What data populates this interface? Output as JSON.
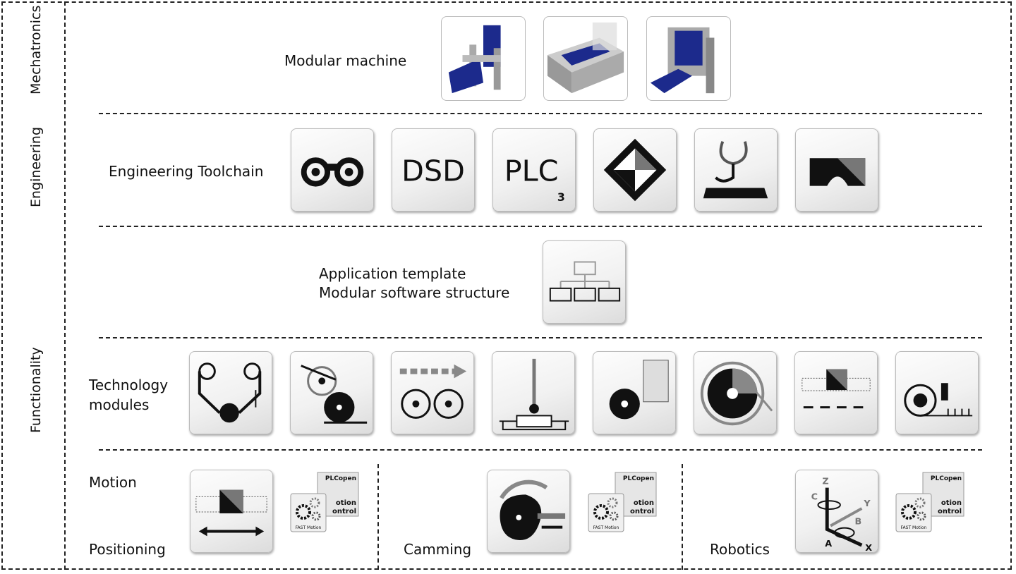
{
  "sections": {
    "mechatronics": "Mechatronics",
    "engineering": "Engineering",
    "functionality": "Functionality"
  },
  "rows": {
    "modular_machine": "Modular machine",
    "engineering_toolchain": "Engineering Toolchain",
    "application_template": [
      "Application template",
      "Modular software structure"
    ],
    "technology_modules": [
      "Technology",
      "modules"
    ],
    "motion": "Motion",
    "positioning": "Positioning",
    "camming": "Camming",
    "robotics": "Robotics"
  },
  "icons": {
    "toolchain": [
      "binoculars-icon",
      "dsd-icon",
      "plc3-icon",
      "diamond-icon",
      "stethoscope-keyboard-icon",
      "bridge-icon"
    ],
    "dsd_text": "DSD",
    "plc_text": "PLC",
    "plc_sub": "3",
    "tech_modules": [
      "winder-dancer-icon",
      "roller-pair-icon",
      "line-shaft-icon",
      "temperature-control-icon",
      "calculator-roll-icon",
      "roll-diameter-icon",
      "spindle-arrows-icon",
      "register-control-icon"
    ],
    "robot_axes": [
      "Z",
      "C",
      "Y",
      "B",
      "A",
      "X"
    ],
    "plcopen_title": "PLCopen",
    "plcopen_line1": "otion",
    "plcopen_line2": "ontrol",
    "fast_motion": "FAST Motion"
  },
  "colors": {
    "machine_blue": "#1c2a8c",
    "border": "#222222"
  }
}
